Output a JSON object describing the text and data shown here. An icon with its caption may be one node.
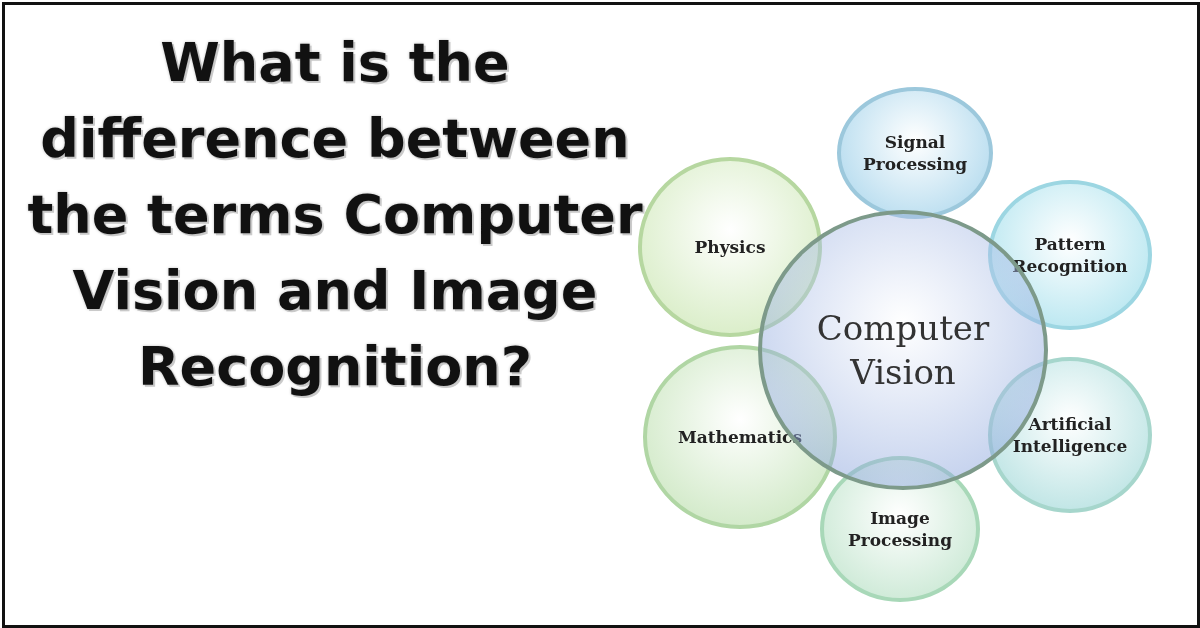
{
  "diagram": {
    "title": "What is the difference between the terms Computer Vision and Image Recognition?",
    "nodes": [
      {
        "text": [
          "Computer Vision"
        ]
      },
      {
        "text": [
          "Signal Processing"
        ]
      },
      {
        "text": [
          "Physics"
        ]
      },
      {
        "text": [
          "Pattern Recognition"
        ]
      },
      {
        "text": [
          "Mathematics"
        ]
      },
      {
        "text": [
          "Artificial Intelligence"
        ]
      },
      {
        "text": [
          "Image Processing"
        ]
      }
    ],
    "edges": []
  }
}
